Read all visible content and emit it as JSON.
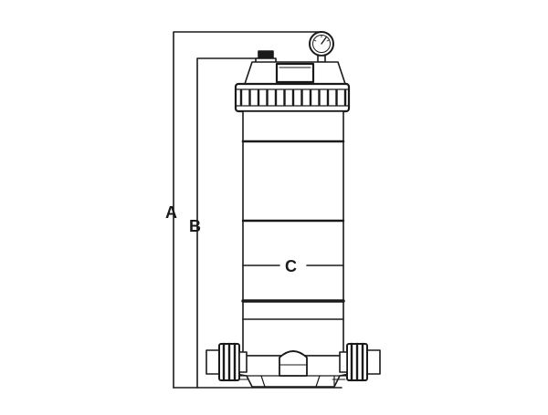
{
  "diagram": {
    "labels": {
      "a": "A",
      "b": "B",
      "c": "C"
    },
    "colors": {
      "stroke": "#1a1a1a",
      "fill": "#ffffff"
    }
  }
}
